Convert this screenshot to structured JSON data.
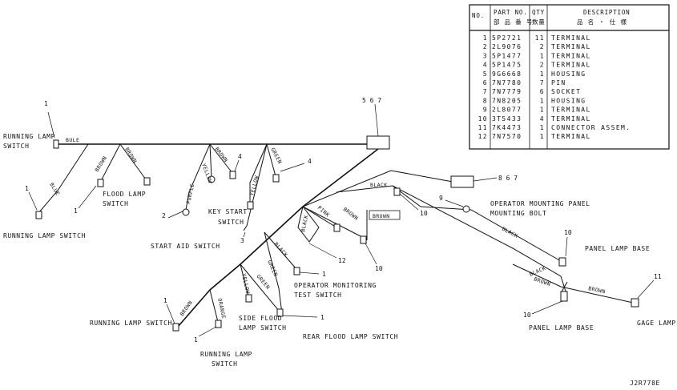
{
  "parts_table": {
    "headers": {
      "no": "NO.",
      "part_no": "PART NO.",
      "part_no_sub": "部 品 番 号",
      "qty": "QTY",
      "qty_sub": "数量",
      "description": "DESCRIPTION",
      "description_sub": "品 名 ・ 仕 様"
    },
    "rows": [
      {
        "no": "1",
        "part_no": "5P2721",
        "qty": "11",
        "desc": "TERMINAL"
      },
      {
        "no": "2",
        "part_no": "2L9076",
        "qty": "2",
        "desc": "TERMINAL"
      },
      {
        "no": "3",
        "part_no": "5P1477",
        "qty": "1",
        "desc": "TERMINAL"
      },
      {
        "no": "4",
        "part_no": "5P1475",
        "qty": "2",
        "desc": "TERMINAL"
      },
      {
        "no": "5",
        "part_no": "9G6668",
        "qty": "1",
        "desc": "HOUSING"
      },
      {
        "no": "6",
        "part_no": "7N7780",
        "qty": "7",
        "desc": "PIN"
      },
      {
        "no": "7",
        "part_no": "7N7779",
        "qty": "6",
        "desc": "SOCKET"
      },
      {
        "no": "8",
        "part_no": "7N8205",
        "qty": "1",
        "desc": "HOUSING"
      },
      {
        "no": "9",
        "part_no": "2L8077",
        "qty": "1",
        "desc": "TERMINAL"
      },
      {
        "no": "10",
        "part_no": "3T5433",
        "qty": "4",
        "desc": "TERMINAL"
      },
      {
        "no": "11",
        "part_no": "7K4473",
        "qty": "1",
        "desc": "CONNECTOR ASSEM."
      },
      {
        "no": "12",
        "part_no": "7N7570",
        "qty": "1",
        "desc": "TERMINAL"
      }
    ]
  },
  "component_labels": {
    "running_lamp_switch_top": "RUNNING LAMP SWITCH",
    "running_lamp_switch_left": "RUNNING LAMP SWITCH",
    "flood_lamp_switch": "FLOOD LAMP SWITCH",
    "start aid": "",
    "start_aid_switch": "START AID SWITCH",
    "key_start_switch": "KEY START SWITCH",
    "operator_mounting_panel": "OPERATOR MOUNTING PANEL MOUNTING BOLT",
    "panel_lamp_base_right": "PANEL LAMP BASE",
    "panel_lamp_base_bottom": "PANEL LAMP BASE",
    "gage_lamp": "GAGE LAMP",
    "operator_monitoring_test_switch": "OPERATOR MONITORING TEST SWITCH",
    "rear_flood_lamp_switch": "REAR FLOOD LAMP SWITCH",
    "side_flood_lamp_switch": "SIDE FLOOD LAMP SWITCH",
    "running_lamp_switch_bottom": "RUNNING LAMP SWITCH",
    "running_lamp_switch_bottom2": "RUNNING LAMP SWITCH"
  },
  "wire_labels": {
    "blue_main": "BULE",
    "blue_branch": "BLUE",
    "brown_1": "BROWN",
    "brown_2": "BROWN",
    "purple": "PURPLE",
    "yellow_1": "YELLOW",
    "brown_3": "BROWN",
    "yellow_2": "YELLOW",
    "green_1": "GREEN",
    "black_1": "BLACK",
    "black_2": "BLACK",
    "pink": "PINK",
    "brown_4": "BROWN",
    "brown_boxed": "BROWN",
    "black_3": "BLACK",
    "black_4": "BLACK",
    "brown_5": "BROWN",
    "brown_6": "BROWN",
    "black_5": "BLACK",
    "green_2": "GREEN",
    "green_3": "GREEN",
    "yellow_3": "YELLOW",
    "orange": "ORANGE",
    "brown_7": "BROWN"
  },
  "callouts": {
    "c_567_top": "5 6 7",
    "c_867": "8 6 7",
    "c1": "1",
    "c2": "2",
    "c3": "3",
    "c4": "4",
    "c9": "9",
    "c10": "10",
    "c11": "11",
    "c12": "12"
  },
  "drawing_number": "J2R778E"
}
